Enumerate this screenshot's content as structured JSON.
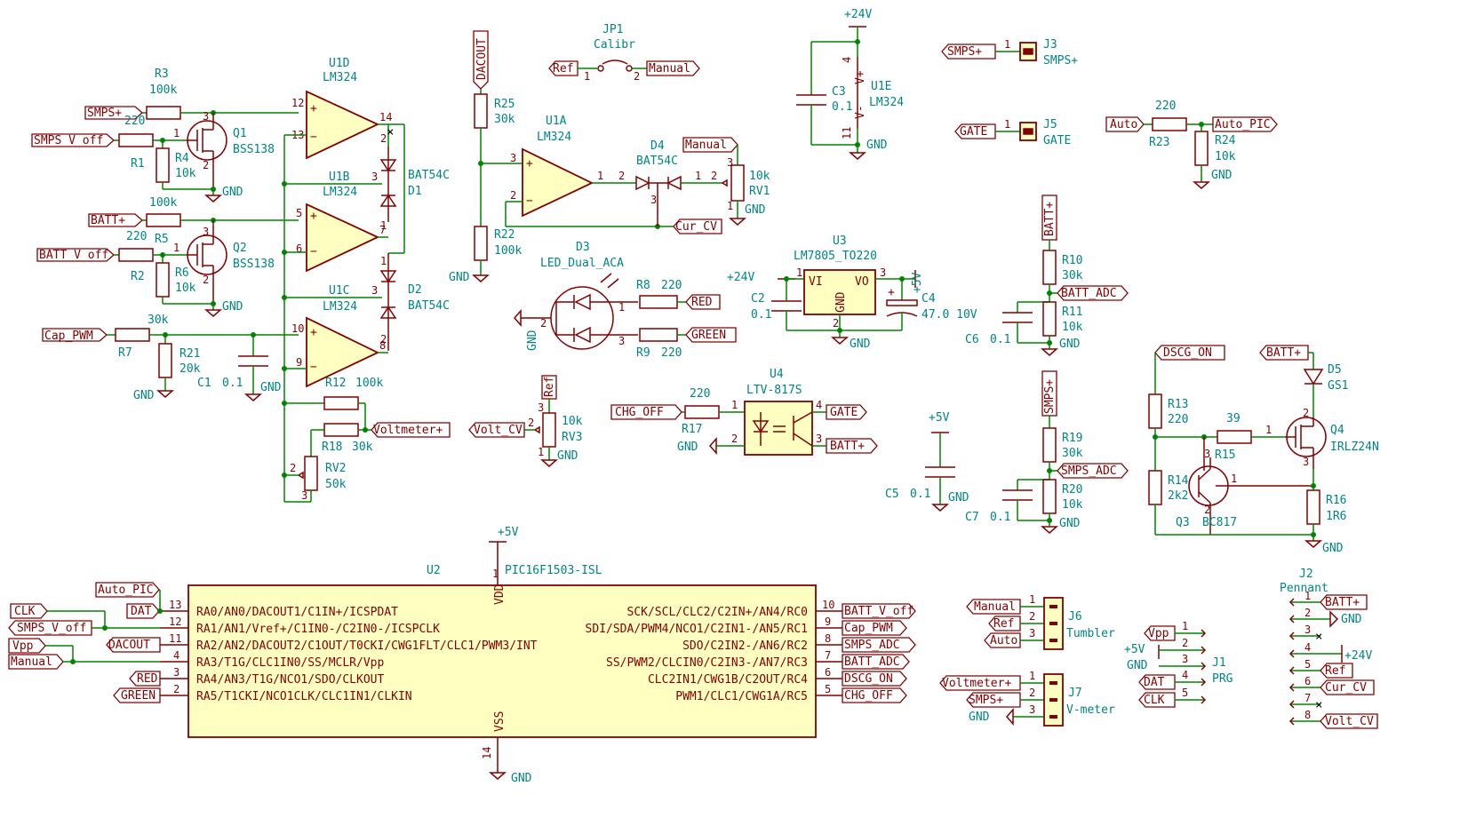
{
  "opamps": [
    {
      "ref": "U1D",
      "value": "LM324",
      "pin_plus": "12",
      "pin_minus": "13",
      "pin_out": "14"
    },
    {
      "ref": "U1B",
      "value": "LM324",
      "pin_plus": "5",
      "pin_minus": "6",
      "pin_out": "7"
    },
    {
      "ref": "U1C",
      "value": "LM324",
      "pin_plus": "10",
      "pin_minus": "9",
      "pin_out": "8"
    },
    {
      "ref": "U1A",
      "value": "LM324",
      "pin_plus": "3",
      "pin_minus": "2",
      "pin_out": "1"
    }
  ],
  "u1e": {
    "ref": "U1E",
    "value": "LM324",
    "vplus": "V+",
    "vminus": "V-",
    "pin4": "4",
    "pin11": "11"
  },
  "mosfets": [
    {
      "ref": "Q1",
      "value": "BSS138"
    },
    {
      "ref": "Q2",
      "value": "BSS138"
    },
    {
      "ref": "Q4",
      "value": "IRLZ24N"
    }
  ],
  "q3": {
    "ref": "Q3",
    "value": "BC817"
  },
  "resistors": [
    {
      "ref": "R3",
      "value": "100k"
    },
    {
      "ref": "R1",
      "value": "220"
    },
    {
      "ref": "R4",
      "value": "10k"
    },
    {
      "ref": "R5",
      "value": "100k"
    },
    {
      "ref": "R2",
      "value": "220"
    },
    {
      "ref": "R6",
      "value": "10k"
    },
    {
      "ref": "R7",
      "value": "30k"
    },
    {
      "ref": "R21",
      "value": "20k"
    },
    {
      "ref": "R12",
      "value": "100k"
    },
    {
      "ref": "R18",
      "value": "30k"
    },
    {
      "ref": "R25",
      "value": "30k"
    },
    {
      "ref": "R22",
      "value": "100k"
    },
    {
      "ref": "R8",
      "value": "220"
    },
    {
      "ref": "R9",
      "value": "220"
    },
    {
      "ref": "R17",
      "value": "220"
    },
    {
      "ref": "R10",
      "value": "30k"
    },
    {
      "ref": "R11",
      "value": "10k"
    },
    {
      "ref": "R19",
      "value": "30k"
    },
    {
      "ref": "R20",
      "value": "10k"
    },
    {
      "ref": "R23",
      "value": "220"
    },
    {
      "ref": "R24",
      "value": "10k"
    },
    {
      "ref": "R13",
      "value": "220"
    },
    {
      "ref": "R14",
      "value": "2k2"
    },
    {
      "ref": "R15",
      "value": "39"
    },
    {
      "ref": "R16",
      "value": "1R6"
    }
  ],
  "pots": [
    {
      "ref": "RV1",
      "value": "10k"
    },
    {
      "ref": "RV2",
      "value": "50k"
    },
    {
      "ref": "RV3",
      "value": "10k"
    }
  ],
  "caps": [
    {
      "ref": "C1",
      "value": "0.1"
    },
    {
      "ref": "C2",
      "value": "0.1"
    },
    {
      "ref": "C3",
      "value": "0.1"
    },
    {
      "ref": "C4",
      "value": "47.0 10V"
    },
    {
      "ref": "C5",
      "value": "0.1"
    },
    {
      "ref": "C6",
      "value": "0.1"
    },
    {
      "ref": "C7",
      "value": "0.1"
    }
  ],
  "diodes": [
    {
      "ref": "D1",
      "value": "BAT54C"
    },
    {
      "ref": "D2",
      "value": "BAT54C"
    },
    {
      "ref": "D4",
      "value": "BAT54C"
    },
    {
      "ref": "D5",
      "value": "GS1"
    }
  ],
  "d3": {
    "ref": "D3",
    "value": "LED_Dual_ACA"
  },
  "jp1": {
    "ref": "JP1",
    "value": "Calibr"
  },
  "u3": {
    "ref": "U3",
    "value": "LM7805_TO220",
    "vi": "VI",
    "vo": "VO",
    "gnd": "GND"
  },
  "u4": {
    "ref": "U4",
    "value": "LTV-817S"
  },
  "u2": {
    "ref": "U2",
    "value": "PIC16F1503-ISL",
    "vdd": "VDD",
    "vss": "VSS",
    "left_pins": [
      {
        "num": "13",
        "name": "RA0/AN0/DACOUT1/C1IN+/ICSPDAT"
      },
      {
        "num": "12",
        "name": "RA1/AN1/Vref+/C1IN0-/C2IN0-/ICSPCLK"
      },
      {
        "num": "11",
        "name": "RA2/AN2/DACOUT2/C1OUT/T0CKI/CWG1FLT/CLC1/PWM3/INT"
      },
      {
        "num": "4",
        "name": "RA3/T1G/CLC1IN0/SS/MCLR/Vpp"
      },
      {
        "num": "3",
        "name": "RA4/AN3/T1G/NCO1/SDO/CLKOUT"
      },
      {
        "num": "2",
        "name": "RA5/T1CKI/NCO1CLK/CLC1IN1/CLKIN"
      }
    ],
    "right_pins": [
      {
        "num": "10",
        "name": "SCK/SCL/CLC2/C2IN+/AN4/RC0"
      },
      {
        "num": "9",
        "name": "SDI/SDA/PWM4/NCO1/C2IN1-/AN5/RC1"
      },
      {
        "num": "8",
        "name": "SDO/C2IN2-/AN6/RC2"
      },
      {
        "num": "7",
        "name": "SS/PWM2/CLCIN0/C2IN3-/AN7/RC3"
      },
      {
        "num": "6",
        "name": "CLC2IN1/CWG1B/C2OUT/RC4"
      },
      {
        "num": "5",
        "name": "PWM1/CLC1/CWG1A/RC5"
      }
    ],
    "pin_vdd": "1",
    "pin_vss": "14"
  },
  "connectors": {
    "j1": {
      "ref": "J1",
      "value": "PRG",
      "pins": [
        "1",
        "2",
        "3",
        "4",
        "5"
      ],
      "nets": [
        "Vpp",
        "+5V",
        "GND",
        "DAT",
        "CLK"
      ]
    },
    "j2": {
      "ref": "J2",
      "value": "Pennant",
      "pins": [
        "1",
        "2",
        "3",
        "4",
        "5",
        "6",
        "7",
        "8"
      ],
      "nets": [
        "BATT+",
        "GND",
        "",
        "+24V",
        "Ref",
        "Cur_CV",
        "",
        "Volt_CV"
      ]
    },
    "j3": {
      "ref": "J3",
      "value": "SMPS+",
      "pin": "1"
    },
    "j5": {
      "ref": "J5",
      "value": "GATE",
      "pin": "1"
    },
    "j6": {
      "ref": "J6",
      "value": "Tumbler",
      "pins": [
        "1",
        "2",
        "3"
      ],
      "nets": [
        "Manual",
        "Ref",
        "Auto"
      ]
    },
    "j7": {
      "ref": "J7",
      "value": "V-meter",
      "pins": [
        "1",
        "2",
        "3"
      ],
      "nets": [
        "Voltmeter+",
        "SMPS+",
        "GND"
      ]
    }
  },
  "power": {
    "gnd": "GND",
    "v24": "+24V",
    "v5": "+5V"
  },
  "labels": {
    "smps_plus": "SMPS+",
    "smps_v_off": "SMPS_V_off",
    "batt_plus": "BATT+",
    "batt_v_off": "BATT_V_off",
    "cap_pwm": "Cap_PWM",
    "voltmeter_plus": "Voltmeter+",
    "dacout": "DACOUT",
    "ref": "Ref",
    "manual": "Manual",
    "cur_cv": "Cur_CV",
    "red": "RED",
    "green": "GREEN",
    "volt_cv": "Volt_CV",
    "chg_off": "CHG_OFF",
    "gate": "GATE",
    "batt_adc": "BATT_ADC",
    "smps_adc": "SMPS_ADC",
    "auto": "Auto",
    "auto_pic": "Auto_PIC",
    "dscg_on": "DSCG_ON",
    "clk": "CLK",
    "dat": "DAT",
    "vpp": "Vpp"
  }
}
